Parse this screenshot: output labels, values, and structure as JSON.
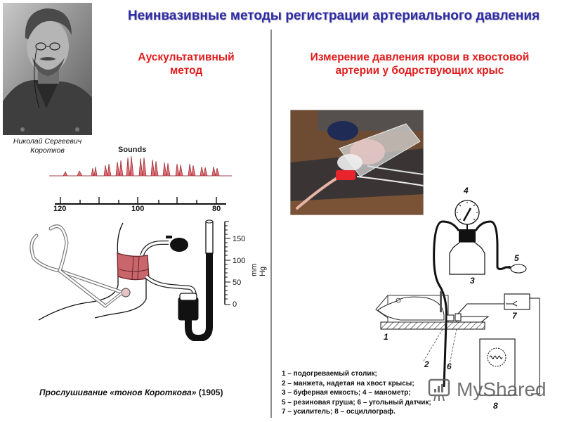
{
  "slide": {
    "title": "Неинвазивные методы регистрации артериального давления"
  },
  "portrait": {
    "caption_line1": "Николай Сергеевич",
    "caption_line2": "Коротков"
  },
  "left_section": {
    "title_line1": "Аускультативный",
    "title_line2": "метод",
    "sounds_label": "Sounds",
    "pressure_ticks": [
      "120",
      "100",
      "80"
    ],
    "manometer_scale": [
      "150",
      "100",
      "50",
      "0"
    ],
    "manometer_unit": "mm Hg",
    "caption_italic": "Прослушивание «тонов Короткова»",
    "caption_year": "(1905)"
  },
  "right_section": {
    "title_line1": "Измерение давления крови в хвостовой",
    "title_line2": "артерии у бодрствующих крыс",
    "diagram_numbers": [
      "1",
      "2",
      "3",
      "4",
      "5",
      "6",
      "7",
      "8"
    ],
    "legend": [
      "1 – подогреваемый  столик;",
      "2 – манжета, надетая  на хвост крысы;",
      "3 – буферная емкость;  4 – манометр;",
      "5 – резиновая груша;  6 – угольный  датчик;",
      "7 – усилитель;  8 – осциллограф."
    ]
  },
  "watermark": {
    "text": "MyShared",
    "icon": "presentation-chart-icon"
  },
  "colors": {
    "title_blue": "#2d2aa8",
    "section_red": "#e01b1b",
    "cuff_pink": "#c9666c",
    "sounds_red": "#b3202a",
    "divider_gray": "#8c8c8c"
  }
}
